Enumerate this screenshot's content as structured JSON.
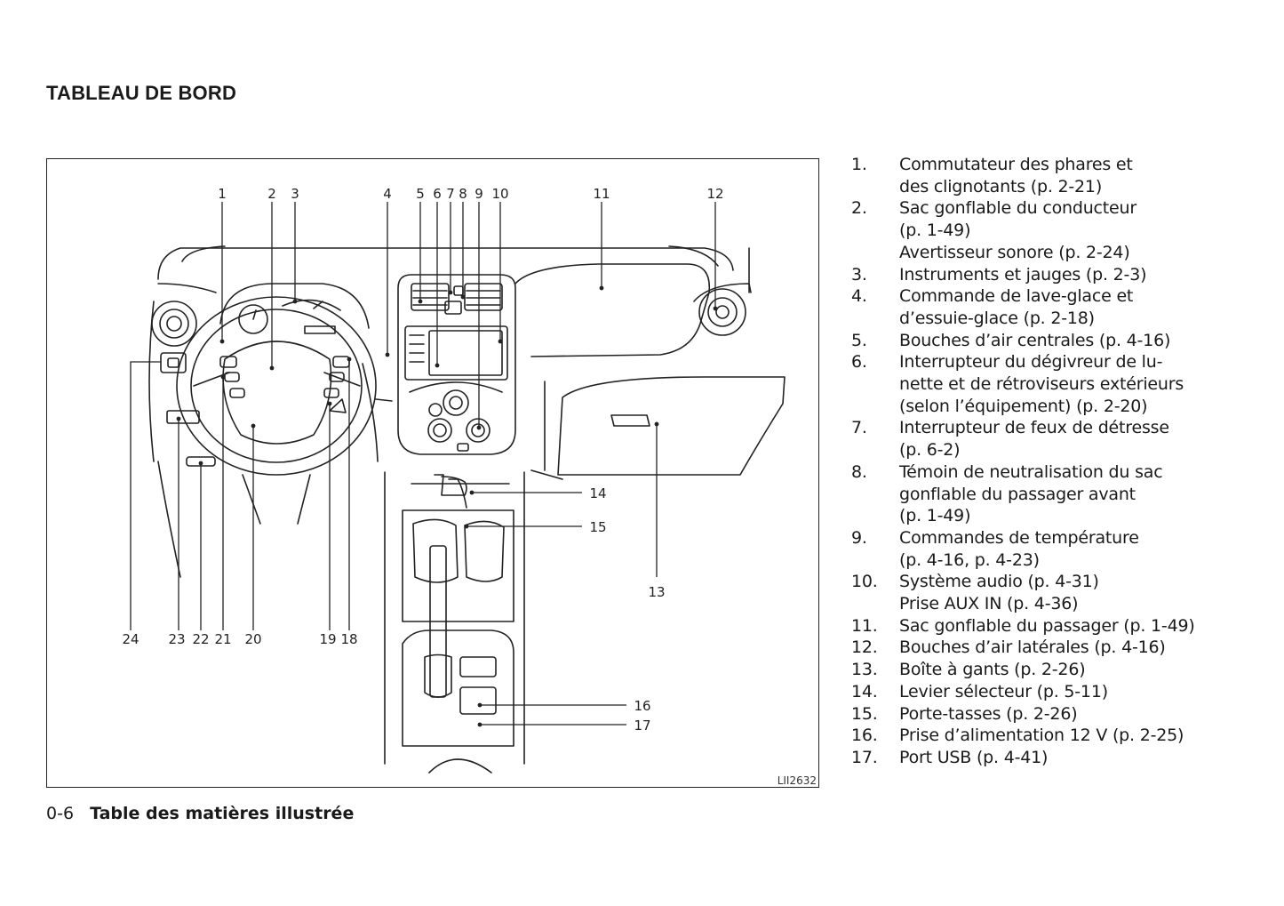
{
  "page": {
    "heading": "TABLEAU DE BORD",
    "footer_page": "0-6",
    "footer_title": "Table des matières illustrée"
  },
  "figure": {
    "image_id": "LII2632",
    "callouts": {
      "c1": "1",
      "c2": "2",
      "c3": "3",
      "c4": "4",
      "c5": "5",
      "c6": "6",
      "c7": "7",
      "c8": "8",
      "c9": "9",
      "c10": "10",
      "c11": "11",
      "c12": "12",
      "c13": "13",
      "c14": "14",
      "c15": "15",
      "c16": "16",
      "c17": "17",
      "c18": "18",
      "c19": "19",
      "c20": "20",
      "c21": "21",
      "c22": "22",
      "c23": "23",
      "c24": "24"
    }
  },
  "legend": [
    {
      "num": "1.",
      "lines": [
        "Commutateur des phares et",
        "des clignotants (p. 2-21)"
      ]
    },
    {
      "num": "2.",
      "lines": [
        "Sac gonflable du conducteur",
        "(p. 1-49)",
        "Avertisseur sonore (p. 2-24)"
      ]
    },
    {
      "num": "3.",
      "lines": [
        "Instruments et jauges (p. 2-3)"
      ]
    },
    {
      "num": "4.",
      "lines": [
        "Commande de lave-glace et",
        "d’essuie-glace (p. 2-18)"
      ]
    },
    {
      "num": "5.",
      "lines": [
        "Bouches d’air centrales (p. 4-16)"
      ]
    },
    {
      "num": "6.",
      "lines": [
        "Interrupteur du dégivreur de lu-",
        "nette et de rétroviseurs extérieurs",
        "(selon l’équipement) (p. 2-20)"
      ]
    },
    {
      "num": "7.",
      "lines": [
        "Interrupteur de feux de détresse",
        "(p. 6-2)"
      ]
    },
    {
      "num": "8.",
      "lines": [
        "Témoin de neutralisation du sac",
        "gonflable du passager avant",
        "(p. 1-49)"
      ]
    },
    {
      "num": "9.",
      "lines": [
        "Commandes de température",
        "(p. 4-16, p. 4-23)"
      ]
    },
    {
      "num": "10.",
      "lines": [
        "Système audio (p. 4-31)",
        "Prise AUX IN (p. 4-36)"
      ]
    },
    {
      "num": "11.",
      "lines": [
        "Sac gonflable du passager (p. 1-49)"
      ]
    },
    {
      "num": "12.",
      "lines": [
        "Bouches d’air latérales (p. 4-16)"
      ]
    },
    {
      "num": "13.",
      "lines": [
        "Boîte à gants (p. 2-26)"
      ]
    },
    {
      "num": "14.",
      "lines": [
        "Levier sélecteur (p. 5-11)"
      ]
    },
    {
      "num": "15.",
      "lines": [
        "Porte-tasses (p. 2-26)"
      ]
    },
    {
      "num": "16.",
      "lines": [
        "Prise d’alimentation 12 V (p. 2-25)"
      ]
    },
    {
      "num": "17.",
      "lines": [
        "Port USB (p. 4-41)"
      ]
    }
  ]
}
